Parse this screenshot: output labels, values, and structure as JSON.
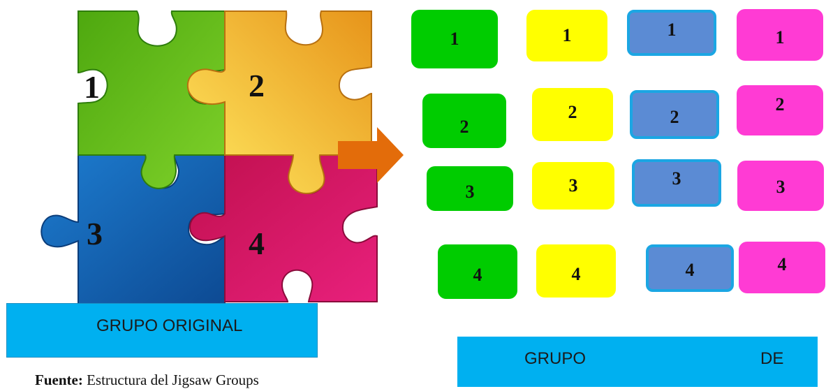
{
  "puzzle": {
    "pieces": [
      {
        "id": "1",
        "color": "#5cbf1c"
      },
      {
        "id": "2",
        "color": "#f5c22a"
      },
      {
        "id": "3",
        "color": "#1565b8"
      },
      {
        "id": "4",
        "color": "#d0175e"
      }
    ]
  },
  "groups": [
    {
      "color": "#00cc00",
      "items": [
        "1",
        "2",
        "3",
        "4"
      ]
    },
    {
      "color": "#ffff00",
      "items": [
        "1",
        "2",
        "3",
        "4"
      ]
    },
    {
      "color": "#5b8bd4",
      "items": [
        "1",
        "2",
        "3",
        "4"
      ]
    },
    {
      "color": "#ff3bd4",
      "items": [
        "1",
        "2",
        "3",
        "4"
      ]
    }
  ],
  "arrow_color": "#e36c0a",
  "banner_left": {
    "text": "GRUPO ORIGINAL",
    "color": "#00b0f0"
  },
  "banner_right": {
    "word1": "GRUPO",
    "word2": "DE",
    "color": "#00b0f0"
  },
  "caption": {
    "bold": "Fuente:",
    "text": " Estructura del Jigsaw Groups"
  }
}
